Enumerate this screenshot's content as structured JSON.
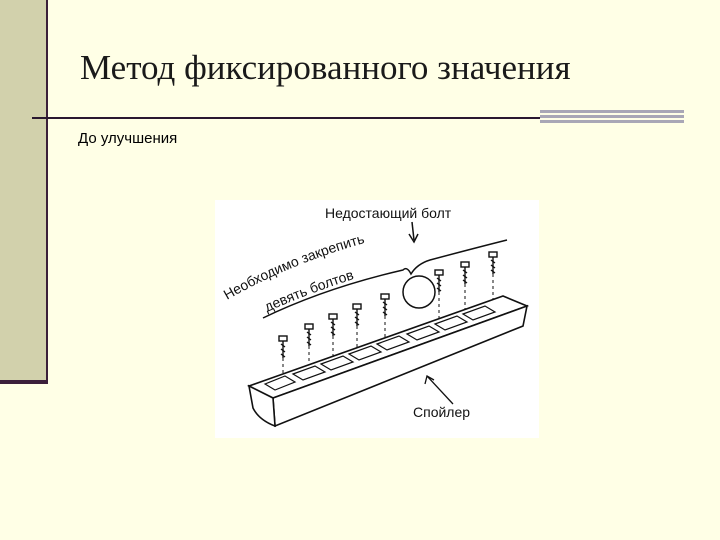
{
  "slide": {
    "title": "Метод фиксированного значения",
    "subtitle": "До улучшения"
  },
  "figure": {
    "label_missing_bolt": "Недостающий болт",
    "label_need_fix_line1": "Необходимо закрепить",
    "label_need_fix_line2": "девять болтов",
    "label_spoiler": "Спойлер"
  },
  "colors": {
    "background": "#FFFFE6",
    "left_bar": "#D2D1AC",
    "rule": "#2a1830",
    "accent": "#A9A7B6"
  }
}
